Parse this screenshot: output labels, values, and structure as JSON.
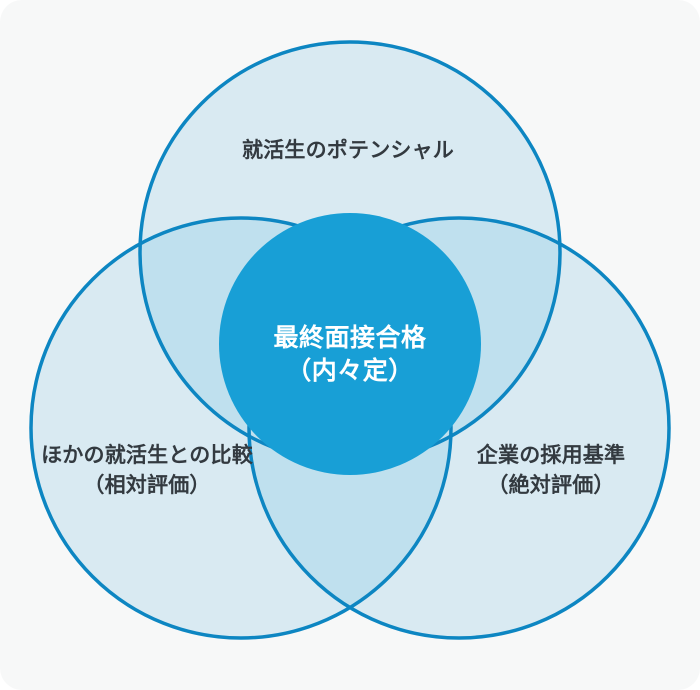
{
  "diagram": {
    "type": "venn-3",
    "top_circle": {
      "label": "就活生のポテンシャル"
    },
    "bottom_left_circle": {
      "label_line1": "ほかの就活生との比較",
      "label_line2": "（相対評価）"
    },
    "bottom_right_circle": {
      "label_line1": "企業の採用基準",
      "label_line2": "（絶対評価）"
    },
    "center_circle": {
      "label_line1": "最終面接合格",
      "label_line2": "（内々定）"
    }
  },
  "colors": {
    "page_bg": "#ffffff",
    "card_bg": "#f7f8f8",
    "circle_fill": "#d9eaf2",
    "overlap_fill": "#bfe0ee",
    "circle_stroke": "#0d86c2",
    "center_fill": "#189fd6",
    "label_color": "#333a40",
    "center_label_color": "#ffffff"
  }
}
